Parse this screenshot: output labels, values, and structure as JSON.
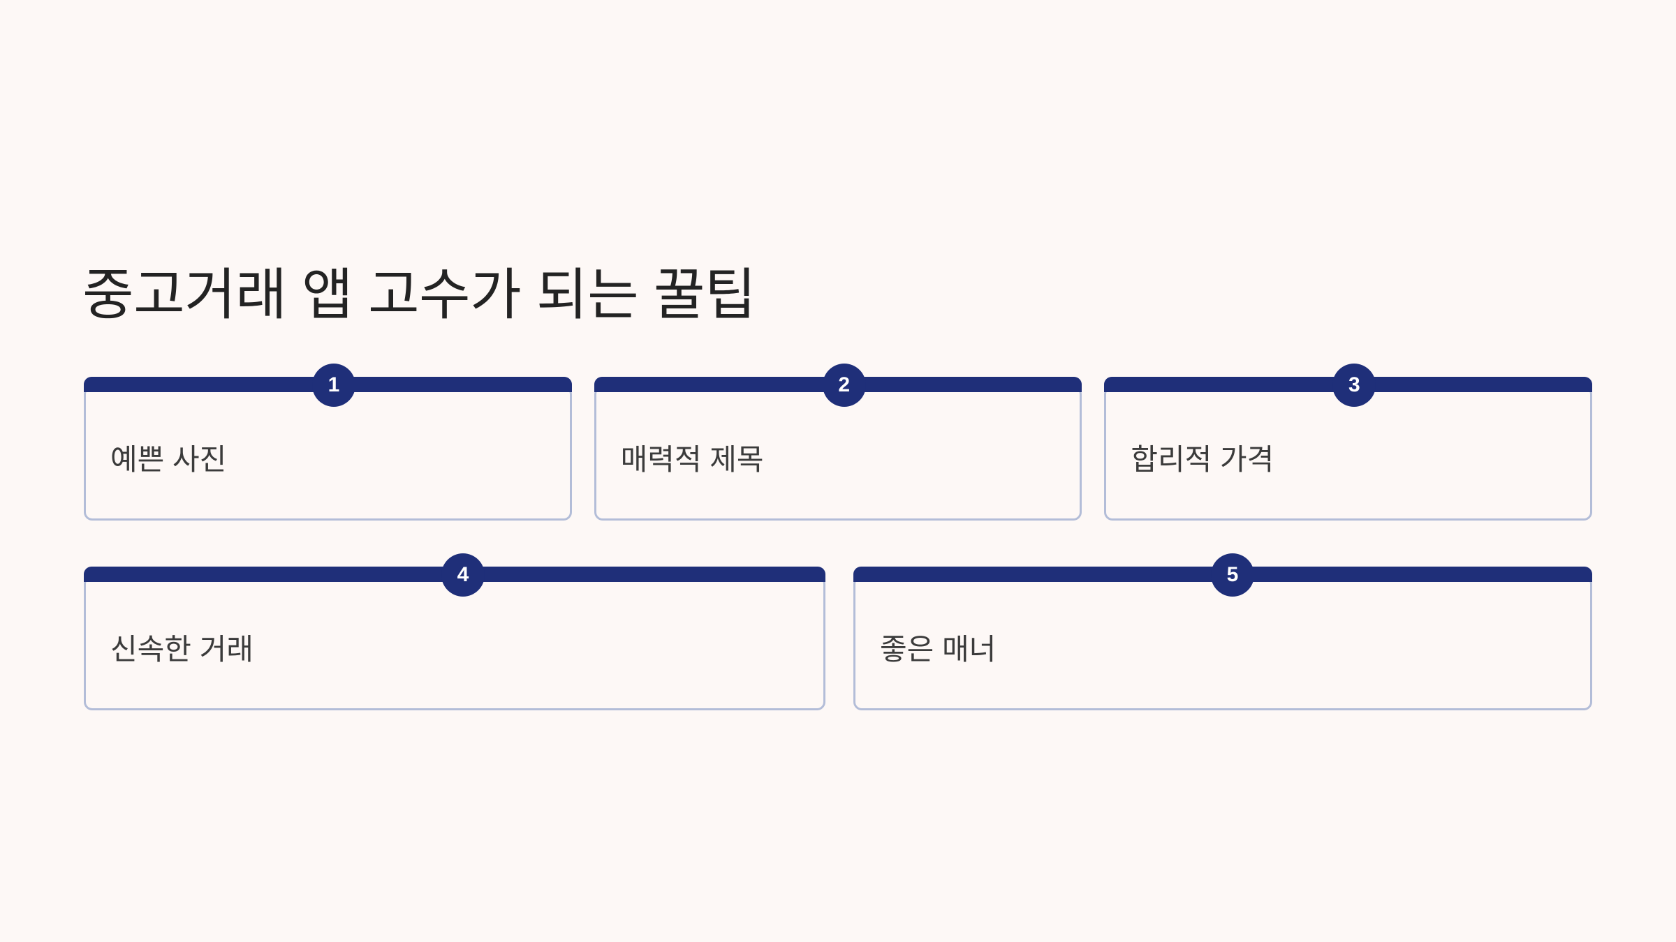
{
  "page": {
    "title": "중고거래 앱 고수가 되는 꿀팁",
    "background_color": "#fdf8f6",
    "accent_color": "#1f2f79",
    "card_border_color": "#b3bdd8",
    "title_color": "#232323",
    "label_color": "#3b3b3b"
  },
  "cards": [
    {
      "number": "1",
      "label": "예쁜 사진"
    },
    {
      "number": "2",
      "label": "매력적 제목"
    },
    {
      "number": "3",
      "label": "합리적 가격"
    },
    {
      "number": "4",
      "label": "신속한 거래"
    },
    {
      "number": "5",
      "label": "좋은 매너"
    }
  ]
}
